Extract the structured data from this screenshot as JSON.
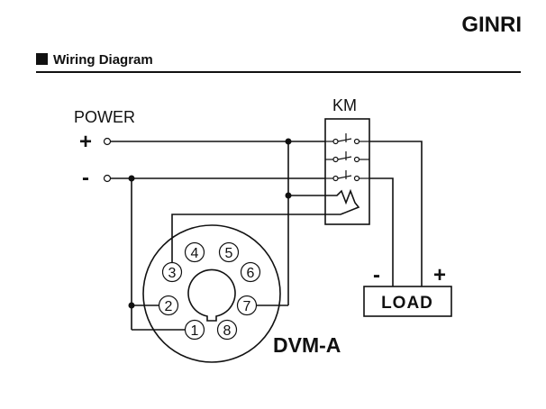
{
  "header": {
    "brand": "GINRI",
    "section_title": "Wiring Diagram"
  },
  "diagram": {
    "power_label": "POWER",
    "power_plus": "+",
    "power_minus": "-",
    "relay_label": "KM",
    "load_label": "LOAD",
    "load_minus": "-",
    "load_plus": "+",
    "device_label": "DVM-A",
    "pins": [
      "1",
      "2",
      "3",
      "4",
      "5",
      "6",
      "7",
      "8"
    ]
  }
}
